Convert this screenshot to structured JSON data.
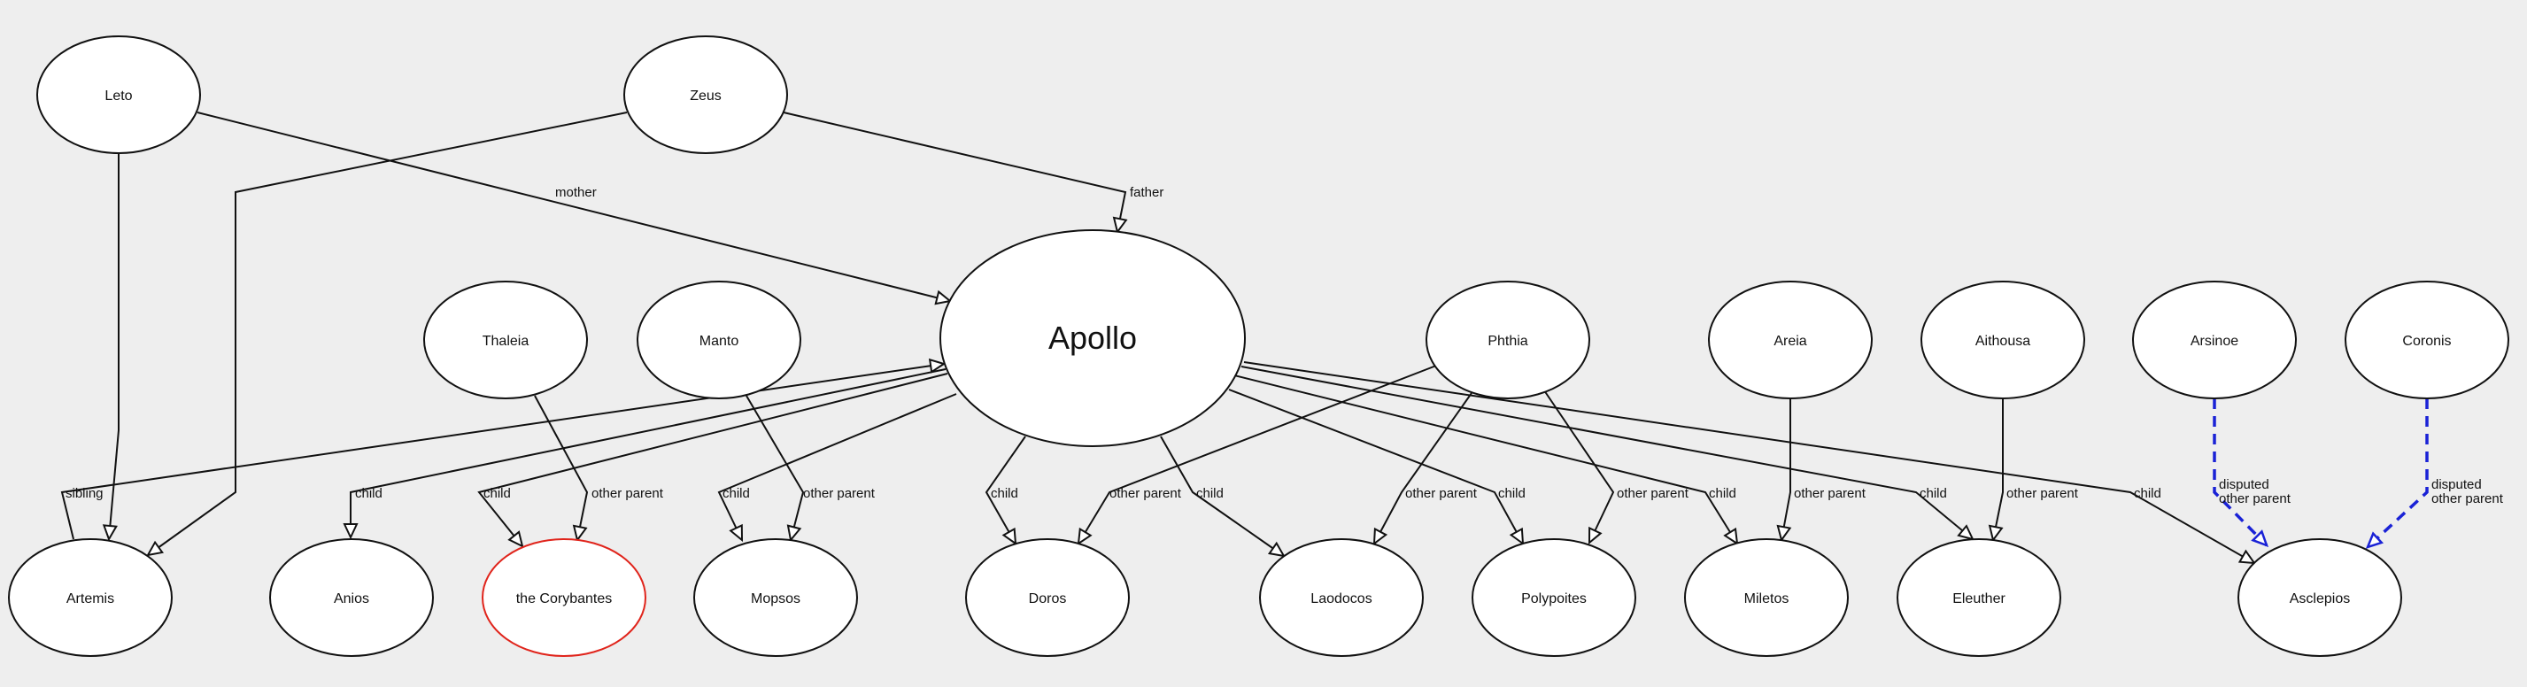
{
  "nodes": [
    {
      "id": "leto",
      "label": "Leto"
    },
    {
      "id": "zeus",
      "label": "Zeus"
    },
    {
      "id": "apollo",
      "label": "Apollo"
    },
    {
      "id": "thaleia",
      "label": "Thaleia"
    },
    {
      "id": "manto",
      "label": "Manto"
    },
    {
      "id": "phthia",
      "label": "Phthia"
    },
    {
      "id": "areia",
      "label": "Areia"
    },
    {
      "id": "aithousa",
      "label": "Aithousa"
    },
    {
      "id": "arsinoe",
      "label": "Arsinoe"
    },
    {
      "id": "coronis",
      "label": "Coronis"
    },
    {
      "id": "artemis",
      "label": "Artemis"
    },
    {
      "id": "anios",
      "label": "Anios"
    },
    {
      "id": "corybantes",
      "label": "the Corybantes",
      "highlight_color": "#e0241b"
    },
    {
      "id": "mopsos",
      "label": "Mopsos"
    },
    {
      "id": "doros",
      "label": "Doros"
    },
    {
      "id": "laodocos",
      "label": "Laodocos"
    },
    {
      "id": "polypoites",
      "label": "Polypoites"
    },
    {
      "id": "miletos",
      "label": "Miletos"
    },
    {
      "id": "eleuther",
      "label": "Eleuther"
    },
    {
      "id": "asclepios",
      "label": "Asclepios"
    }
  ],
  "edges": [
    {
      "from": "leto",
      "to": "artemis",
      "label": ""
    },
    {
      "from": "leto",
      "to": "apollo",
      "label": "mother"
    },
    {
      "from": "zeus",
      "to": "apollo",
      "label": "father"
    },
    {
      "from": "zeus",
      "to": "artemis",
      "label": ""
    },
    {
      "from": "apollo",
      "to": "artemis",
      "label": "sibling"
    },
    {
      "from": "apollo",
      "to": "anios",
      "label": "child"
    },
    {
      "from": "apollo",
      "to": "corybantes",
      "label": "child"
    },
    {
      "from": "thaleia",
      "to": "corybantes",
      "label": "other parent"
    },
    {
      "from": "apollo",
      "to": "mopsos",
      "label": "child"
    },
    {
      "from": "manto",
      "to": "mopsos",
      "label": "other parent"
    },
    {
      "from": "apollo",
      "to": "doros",
      "label": "child"
    },
    {
      "from": "phthia",
      "to": "doros",
      "label": "other parent"
    },
    {
      "from": "apollo",
      "to": "laodocos",
      "label": "child"
    },
    {
      "from": "phthia",
      "to": "laodocos",
      "label": "other parent"
    },
    {
      "from": "apollo",
      "to": "polypoites",
      "label": "child"
    },
    {
      "from": "phthia",
      "to": "polypoites",
      "label": "other parent"
    },
    {
      "from": "apollo",
      "to": "miletos",
      "label": "child"
    },
    {
      "from": "areia",
      "to": "miletos",
      "label": "other parent"
    },
    {
      "from": "apollo",
      "to": "eleuther",
      "label": "child"
    },
    {
      "from": "aithousa",
      "to": "eleuther",
      "label": "other parent"
    },
    {
      "from": "apollo",
      "to": "asclepios",
      "label": "child"
    },
    {
      "from": "arsinoe",
      "to": "asclepios",
      "label": "disputed other parent",
      "style": "disputed"
    },
    {
      "from": "coronis",
      "to": "asclepios",
      "label": "disputed other parent",
      "style": "disputed"
    }
  ],
  "colors": {
    "background": "#eeeeee",
    "node_stroke": "#111111",
    "highlight": "#e0241b",
    "disputed": "#1a22d6"
  }
}
